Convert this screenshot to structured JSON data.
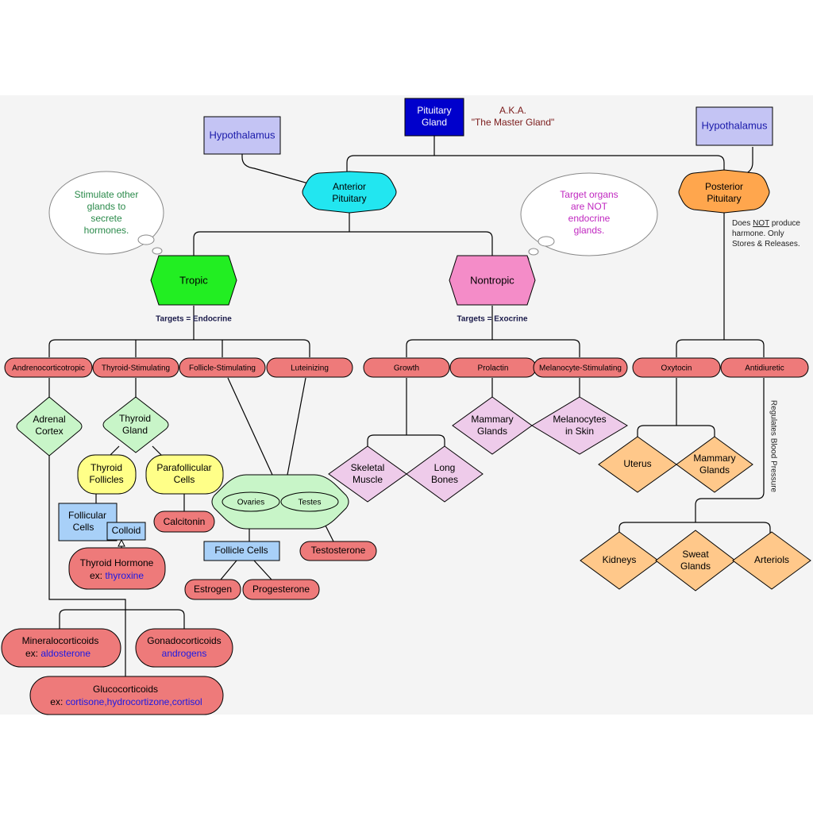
{
  "nodes": {
    "pituitary": [
      "Pituitary",
      "Gland"
    ],
    "aka": [
      "A.K.A.",
      "\"The Master Gland\""
    ],
    "hypothalamus_left": "Hypothalamus",
    "hypothalamus_right": "Hypothalamus",
    "anterior": [
      "Anterior",
      "Pituitary"
    ],
    "posterior": [
      "Posterior",
      "Pituitary"
    ],
    "cloud_left": [
      "Stimulate other",
      "glands to",
      "secrete",
      "hormones."
    ],
    "cloud_right": [
      "Target organs",
      "are NOT",
      "endocrine",
      "glands."
    ],
    "posterior_note": {
      "pre": "Does ",
      "underline": "NOT",
      "post": " produce",
      "line2": "harmone. Only",
      "line3": "Stores & Releases."
    },
    "tropic": "Tropic",
    "nontropic": "Nontropic",
    "targets_endocrine": "Targets = Endocrine",
    "targets_exocrine": "Targets = Exocrine",
    "hormones": {
      "acth": "Andrenocorticotropic",
      "tsh": "Thyroid-Stimulating",
      "fsh": "Follicle-Stimulating",
      "lh": "Luteinizing",
      "growth": "Growth",
      "prolactin": "Prolactin",
      "msh": "Melanocyte-Stimulating",
      "oxytocin": "Oxytocin",
      "adh": "Antidiuretic"
    },
    "adrenal_cortex": [
      "Adrenal",
      "Cortex"
    ],
    "thyroid_gland": [
      "Thyroid",
      "Gland"
    ],
    "thyroid_follicles": [
      "Thyroid",
      "Follicles"
    ],
    "parafollicular": [
      "Parafollicular",
      "Cells"
    ],
    "follicular_cells": [
      "Follicular",
      "Cells"
    ],
    "colloid": "Colloid",
    "calcitonin": "Calcitonin",
    "thyroid_hormone": {
      "line1": "Thyroid Hormone",
      "ex": "ex: ",
      "example": "thyroxine"
    },
    "gonads": {
      "ovaries": "Ovaries",
      "testes": "Testes"
    },
    "follicle_cells": "Follicle Cells",
    "testosterone": "Testosterone",
    "estrogen": "Estrogen",
    "progesterone": "Progesterone",
    "skeletal_muscle": [
      "Skeletal",
      "Muscle"
    ],
    "long_bones": [
      "Long",
      "Bones"
    ],
    "mammary_left": [
      "Mammary",
      "Glands"
    ],
    "melanocytes": [
      "Melanocytes",
      "in Skin"
    ],
    "uterus": "Uterus",
    "mammary_right": [
      "Mammary",
      "Glands"
    ],
    "kidneys": "Kidneys",
    "sweat_glands": [
      "Sweat",
      "Glands"
    ],
    "arteriols": "Arteriols",
    "regulates_bp": "Regulates Blood Pressure",
    "mineralocorticoids": {
      "line1": "Mineralocorticoids",
      "ex": "ex: ",
      "example": "aldosterone"
    },
    "gonadocorticoids": {
      "line1": "Gonadocorticoids",
      "example": "androgens"
    },
    "glucocorticoids": {
      "line1": "Glucocorticoids",
      "ex": "ex: ",
      "example": "cortisone,hydrocortizone,cortisol"
    }
  },
  "colors": {
    "pituitary": "#0000cc",
    "hypothalamus": "#c4c4f4",
    "anterior": "#22e6f0",
    "posterior": "#ffa64d",
    "tropic": "#22ee22",
    "nontropic": "#f48cc8",
    "hormone": "#ee7a7a",
    "gland_green": "#c8f5c8",
    "yellow": "#ffff88",
    "blue_box": "#a8d0f8",
    "pink_diamond": "#eecbea",
    "orange_diamond": "#ffc88a",
    "example_text": "#1a1ae6",
    "cloud_left_text": "#2a8a4a",
    "cloud_right_text": "#c028c0",
    "aka_text": "#7a1a1a"
  }
}
